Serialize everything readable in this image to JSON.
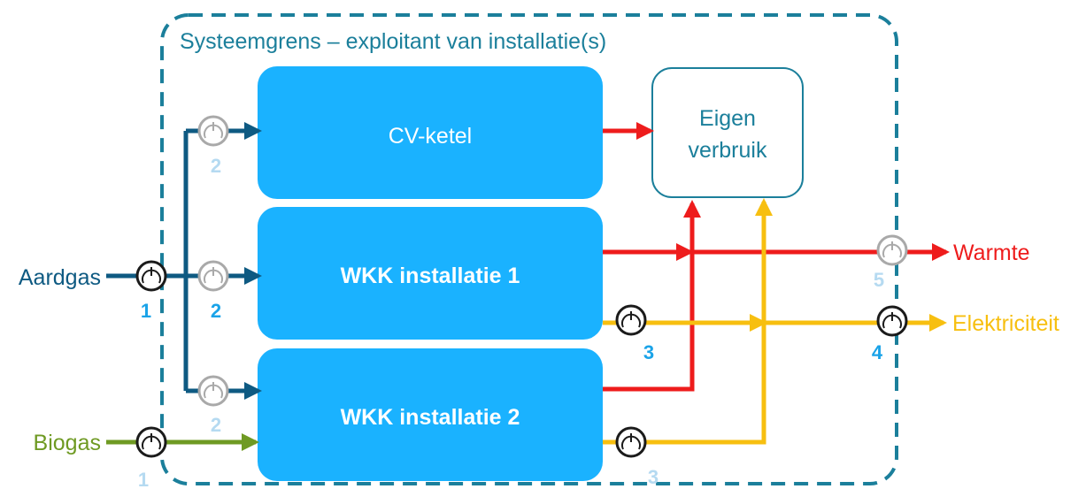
{
  "boundary": {
    "label": "Systeemgrens – exploitant van installatie(s)"
  },
  "units": {
    "cv": {
      "label": "CV-ketel"
    },
    "wkk1": {
      "label": "WKK installatie 1"
    },
    "wkk2": {
      "label": "WKK installatie 2"
    },
    "eigen": {
      "line1": "Eigen",
      "line2": "verbruik"
    }
  },
  "inputs": {
    "aardgas": "Aardgas",
    "biogas": "Biogas"
  },
  "outputs": {
    "warmte": "Warmte",
    "elektriciteit": "Elektriciteit"
  },
  "meters": {
    "m1_aardgas": "1",
    "m1_biogas": "1",
    "m2_cv": "2",
    "m2_wkk1": "2",
    "m2_wkk2": "2",
    "m3_wkk1": "3",
    "m3_wkk2": "3",
    "m4": "4",
    "m5": "5"
  },
  "colors": {
    "boundary": "#1b7f9b",
    "unit_fill": "#1ab2ff",
    "gas": "#0e5a82",
    "biogas": "#6f9a23",
    "heat": "#ee1c1c",
    "electricity": "#f7bf10",
    "meter_active": "#1b1b1b",
    "meter_inactive": "#a9a9a9",
    "number_active": "#1aa3e8",
    "number_inactive": "#b5daf1"
  }
}
